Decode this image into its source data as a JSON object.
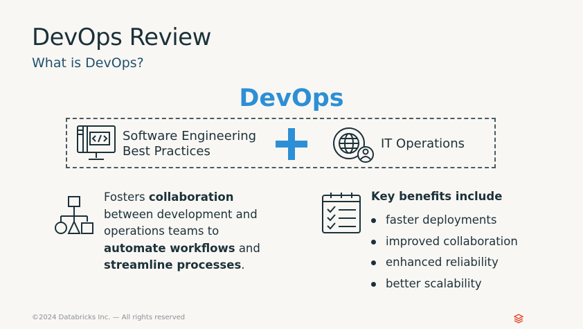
{
  "slide": {
    "title": "DevOps Review",
    "subtitle": "What is DevOps?",
    "center_title": "DevOps"
  },
  "equation": {
    "left_label_line1": "Software Engineering",
    "left_label_line2": "Best Practices",
    "operator": "+",
    "right_label": "IT Operations",
    "left_icon": "code-monitor-icon",
    "right_icon": "globe-user-icon"
  },
  "description": {
    "icon": "workflow-diagram-icon",
    "t1": "Fosters ",
    "b1": "collaboration",
    "t2": " between development and operations teams to ",
    "b2": "automate workflows",
    "t3": " and ",
    "b3": "streamline processes",
    "t4": "."
  },
  "benefits": {
    "icon": "checklist-calendar-icon",
    "heading": "Key benefits include",
    "items": [
      "faster deployments",
      "improved collaboration",
      "enhanced reliability",
      "better scalability"
    ]
  },
  "footer": {
    "copyright": "©2024 Databricks Inc. — All rights reserved"
  },
  "colors": {
    "accent": "#2d8fd5",
    "text": "#1b3139",
    "subtitle": "#1f5170",
    "logo": "#e5432d"
  }
}
